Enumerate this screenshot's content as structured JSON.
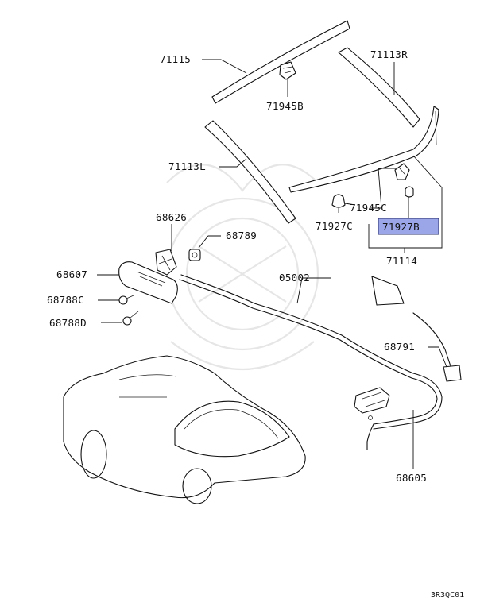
{
  "diagram": {
    "highlight_color": "#9aa6e8",
    "callouts": [
      {
        "id": "71115",
        "label": "71115"
      },
      {
        "id": "71945B",
        "label": "71945B"
      },
      {
        "id": "71113R",
        "label": "71113R"
      },
      {
        "id": "71113L",
        "label": "71113L"
      },
      {
        "id": "68626",
        "label": "68626"
      },
      {
        "id": "68789",
        "label": "68789"
      },
      {
        "id": "71945C",
        "label": "71945C"
      },
      {
        "id": "71927C",
        "label": "71927C"
      },
      {
        "id": "71927B",
        "label": "71927B",
        "highlighted": true
      },
      {
        "id": "71114",
        "label": "71114"
      },
      {
        "id": "68607",
        "label": "68607"
      },
      {
        "id": "05002",
        "label": "05002"
      },
      {
        "id": "68788C",
        "label": "68788C"
      },
      {
        "id": "68788D",
        "label": "68788D"
      },
      {
        "id": "68791",
        "label": "68791"
      },
      {
        "id": "68605",
        "label": "68605"
      }
    ],
    "drawing_code": "3R3QC01"
  }
}
